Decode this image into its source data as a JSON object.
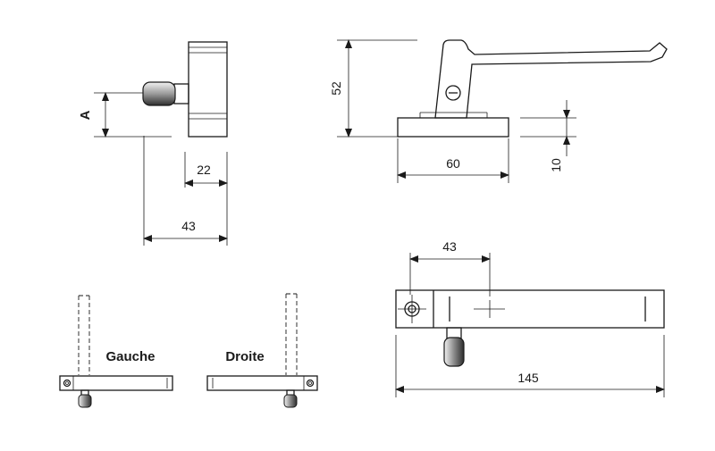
{
  "dimensions": {
    "side_height": "A",
    "side_depth_small": "22",
    "side_depth_total": "43",
    "front_height": "52",
    "front_base_width": "60",
    "front_base_height": "10",
    "top_axis_offset": "43",
    "top_length": "145"
  },
  "orientation": {
    "left": "Gauche",
    "right": "Droite"
  },
  "colors": {
    "line": "#1a1a1a",
    "knob_dark": "#3a3a3a",
    "knob_light": "#d8d8d8"
  }
}
